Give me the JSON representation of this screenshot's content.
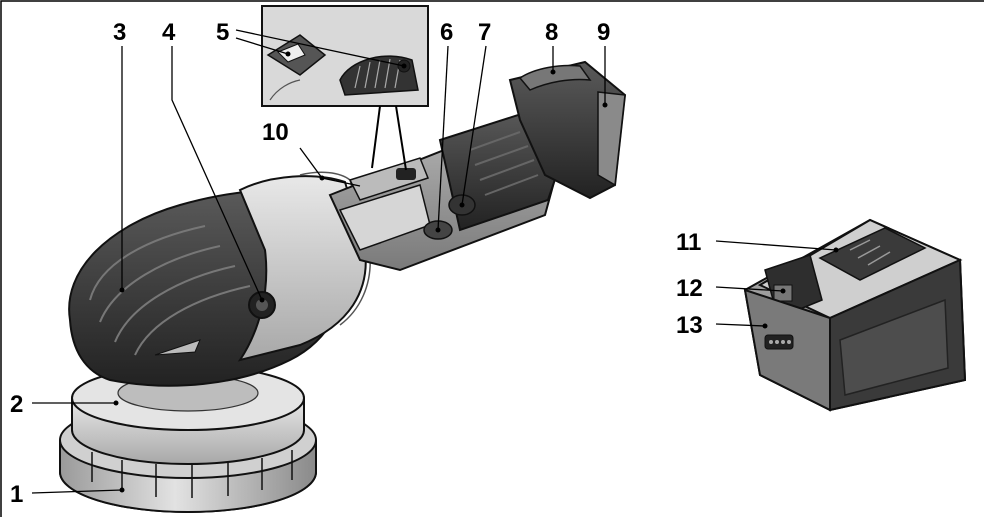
{
  "figure": {
    "callouts": [
      {
        "id": "1",
        "label": "1"
      },
      {
        "id": "2",
        "label": "2"
      },
      {
        "id": "3",
        "label": "3"
      },
      {
        "id": "4",
        "label": "4"
      },
      {
        "id": "5",
        "label": "5"
      },
      {
        "id": "6",
        "label": "6"
      },
      {
        "id": "7",
        "label": "7"
      },
      {
        "id": "8",
        "label": "8"
      },
      {
        "id": "9",
        "label": "9"
      },
      {
        "id": "10",
        "label": "10"
      },
      {
        "id": "11",
        "label": "11"
      },
      {
        "id": "12",
        "label": "12"
      },
      {
        "id": "13",
        "label": "13"
      }
    ]
  },
  "colors": {
    "dark_body": "#3a3a3a",
    "mid_gray": "#8c8c8c",
    "light_gray": "#c8c8c8",
    "very_light": "#e6e6e6",
    "outline": "#111111"
  }
}
